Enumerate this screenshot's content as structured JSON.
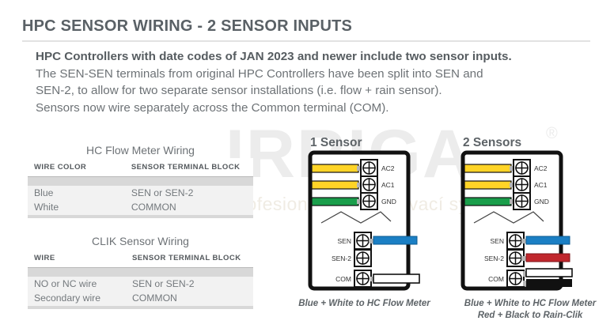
{
  "header": {
    "title": "HPC SENSOR WIRING - 2 SENSOR INPUTS",
    "rule_color": "#e2e2e2"
  },
  "intro": {
    "lead": "HPC Controllers with date codes of JAN 2023 and newer include two sensor inputs.",
    "line2": "The SEN-SEN terminals from original HPC Controllers have been split into SEN and",
    "line3": "SEN-2, to allow for two separate sensor installations (i.e. flow + rain sensor).",
    "line4": "Sensors now wire separately across the Common terminal (COM)."
  },
  "watermark": {
    "word": "IRRIGA",
    "registered": "®",
    "subtitle": "profesionální zavlažovací systémy",
    "color": "#ececec"
  },
  "tables": [
    {
      "id": "hc-flow-meter",
      "title": "HC Flow Meter Wiring",
      "columns": [
        "WIRE COLOR",
        "SENSOR TERMINAL BLOCK"
      ],
      "rows": [
        [
          "Blue",
          "SEN or SEN-2"
        ],
        [
          "White",
          "COMMON"
        ]
      ]
    },
    {
      "id": "clik-sensor",
      "title": "CLIK Sensor Wiring",
      "columns": [
        "WIRE",
        "SENSOR TERMINAL BLOCK"
      ],
      "rows": [
        [
          "NO or NC wire",
          "SEN or SEN-2"
        ],
        [
          "Secondary wire",
          "COMMON"
        ]
      ]
    }
  ],
  "diagrams": [
    {
      "id": "one-sensor",
      "title": "1 Sensor",
      "terminals": [
        "AC2",
        "AC1",
        "GND",
        "SEN",
        "SEN-2",
        "COM"
      ],
      "wires": [
        {
          "terminal": "AC2",
          "color_name": "yellow",
          "color": "#ffd427",
          "side": "left"
        },
        {
          "terminal": "AC1",
          "color_name": "yellow",
          "color": "#ffd427",
          "side": "left"
        },
        {
          "terminal": "GND",
          "color_name": "green",
          "color": "#1a9e4b",
          "side": "left"
        },
        {
          "terminal": "SEN",
          "color_name": "blue",
          "color": "#1b7fc4",
          "side": "right"
        },
        {
          "terminal": "COM",
          "color_name": "white",
          "color": "#ffffff",
          "side": "right"
        }
      ],
      "caption": [
        "Blue + White to HC Flow Meter"
      ]
    },
    {
      "id": "two-sensors",
      "title": "2 Sensors",
      "terminals": [
        "AC2",
        "AC1",
        "GND",
        "SEN",
        "SEN-2",
        "COM"
      ],
      "wires": [
        {
          "terminal": "AC2",
          "color_name": "yellow",
          "color": "#ffd427",
          "side": "left"
        },
        {
          "terminal": "AC1",
          "color_name": "yellow",
          "color": "#ffd427",
          "side": "left"
        },
        {
          "terminal": "GND",
          "color_name": "green",
          "color": "#1a9e4b",
          "side": "left"
        },
        {
          "terminal": "SEN",
          "color_name": "blue",
          "color": "#1b7fc4",
          "side": "right"
        },
        {
          "terminal": "SEN-2",
          "color_name": "red",
          "color": "#c0272d",
          "side": "right"
        },
        {
          "terminal": "COM",
          "color_name": "white",
          "color": "#ffffff",
          "side": "right"
        },
        {
          "terminal": "COM",
          "color_name": "black",
          "color": "#111111",
          "side": "right"
        }
      ],
      "caption": [
        "Blue + White to HC Flow Meter",
        "Red + Black to Rain-Clik"
      ]
    }
  ],
  "palette": {
    "yellow": "#ffd427",
    "green": "#1a9e4b",
    "blue": "#1b7fc4",
    "red": "#c0272d",
    "black": "#111111",
    "panel_border": "#111111",
    "text": "#6d7276",
    "heading": "#5a6166",
    "table_band": "#d8d8d8",
    "table_row_bg": "#f2f2f2"
  }
}
